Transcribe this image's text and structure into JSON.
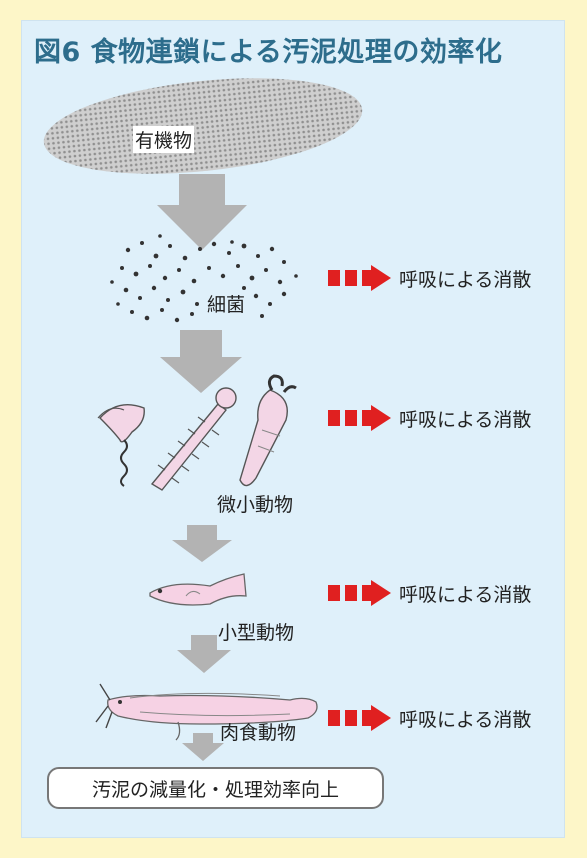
{
  "title": "図6 食物連鎖による汚泥処理の効率化",
  "nodes": {
    "organic": "有機物",
    "bacteria": "細菌",
    "micro": "微小動物",
    "small": "小型動物",
    "carnivore": "肉食動物"
  },
  "respiration_label": "呼吸による消散",
  "result": "汚泥の減量化・処理効率向上",
  "colors": {
    "background": "#fdf6c8",
    "panel": "#dff0fa",
    "title": "#2d6d8c",
    "flow_arrow": "#b3b3b3",
    "respiration_arrow": "#e02020"
  },
  "icons": [
    "organic-matter-cloud",
    "bacteria-dots",
    "protozoa",
    "rotifer",
    "small-crustacean",
    "small-fish",
    "catfish"
  ]
}
